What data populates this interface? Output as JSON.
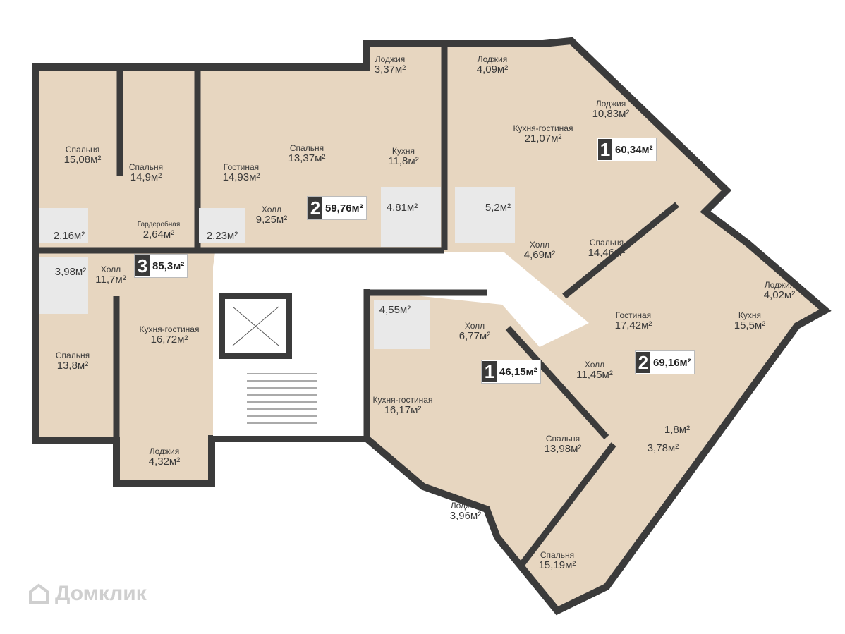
{
  "colors": {
    "floor": "#e7d6c0",
    "wall": "#3b3b3b",
    "tile": "#e9e9e9",
    "corridor": "#ffffff",
    "door_marker": "#d0202a"
  },
  "apartments": [
    {
      "rooms_count": "3",
      "area": "85,3м²",
      "rooms": [
        {
          "name": "Спальня",
          "area": "15,08м²"
        },
        {
          "name": "Спальня",
          "area": "14,9м²"
        },
        {
          "name": "Гостиная",
          "area": "14,93м²"
        },
        {
          "name": "Холл",
          "area": "9,25м²"
        },
        {
          "name": "Гардеробная",
          "area": "2,64м²"
        },
        {
          "name": "",
          "area": "2,16м²"
        },
        {
          "name": "",
          "area": "2,23м²"
        },
        {
          "name": "",
          "area": "3,98м²"
        },
        {
          "name": "Холл",
          "area": "11,7м²"
        },
        {
          "name": "Кухня-гостиная",
          "area": "16,72м²"
        },
        {
          "name": "Спальня",
          "area": "13,8м²"
        },
        {
          "name": "Лоджия",
          "area": "4,32м²"
        }
      ]
    },
    {
      "rooms_count": "2",
      "area": "59,76м²",
      "rooms": [
        {
          "name": "Спальня",
          "area": "13,37м²"
        },
        {
          "name": "Кухня",
          "area": "11,8м²"
        },
        {
          "name": "",
          "area": "4,81м²"
        },
        {
          "name": "Лоджия",
          "area": "3,37м²"
        }
      ]
    },
    {
      "rooms_count": "1",
      "area": "60,34м²",
      "rooms": [
        {
          "name": "Лоджия",
          "area": "4,09м²"
        },
        {
          "name": "Кухня-гостиная",
          "area": "21,07м²"
        },
        {
          "name": "Лоджия",
          "area": "10,83м²"
        },
        {
          "name": "",
          "area": "5,2м²"
        },
        {
          "name": "Холл",
          "area": "4,69м²"
        },
        {
          "name": "Спальня",
          "area": "14,46м²"
        }
      ]
    },
    {
      "rooms_count": "1",
      "area": "46,15м²",
      "rooms": [
        {
          "name": "",
          "area": "4,55м²"
        },
        {
          "name": "Холл",
          "area": "6,77м²"
        },
        {
          "name": "Кухня-гостиная",
          "area": "16,17м²"
        },
        {
          "name": "Спальня",
          "area": "13,98м²"
        },
        {
          "name": "Лоджия",
          "area": "3,96м²"
        }
      ]
    },
    {
      "rooms_count": "2",
      "area": "69,16м²",
      "rooms": [
        {
          "name": "Гостиная",
          "area": "17,42м²"
        },
        {
          "name": "Кухня",
          "area": "15,5м²"
        },
        {
          "name": "Лоджия",
          "area": "4,02м²"
        },
        {
          "name": "Холл",
          "area": "11,45м²"
        },
        {
          "name": "",
          "area": "1,8м²"
        },
        {
          "name": "",
          "area": "3,78м²"
        },
        {
          "name": "Спальня",
          "area": "15,19м²"
        }
      ]
    }
  ],
  "watermark": "Домклик"
}
